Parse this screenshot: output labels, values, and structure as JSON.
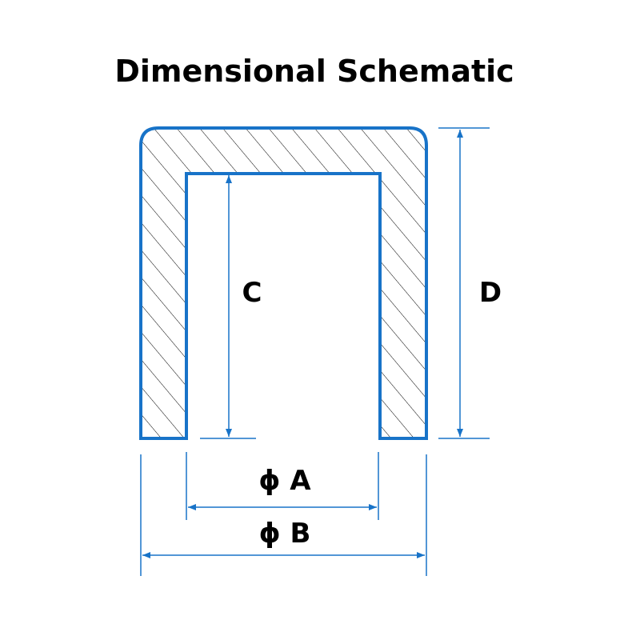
{
  "title": "Dimensional Schematic",
  "labels": {
    "inner_depth": "C",
    "outer_height": "D",
    "inner_diameter": "ϕ A",
    "outer_diameter": "ϕ B"
  },
  "colors": {
    "outline": "#1873c8",
    "dimension": "#1873c8",
    "hatch": "#000000",
    "text": "#000000",
    "background": "#ffffff"
  }
}
